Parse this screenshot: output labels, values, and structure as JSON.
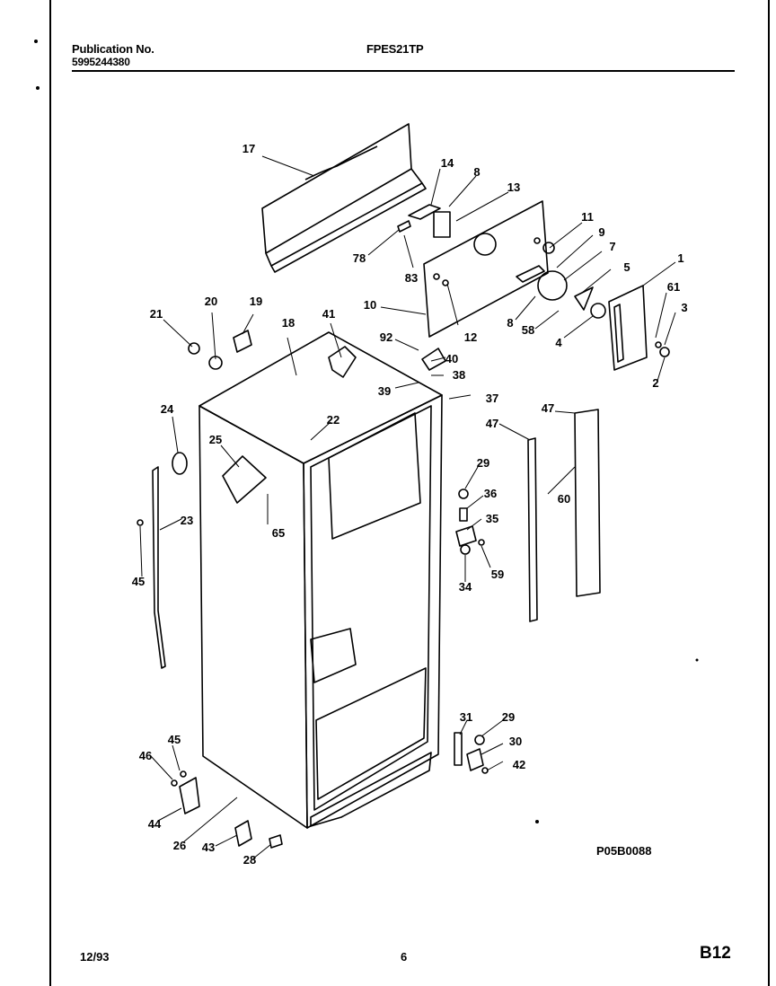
{
  "header": {
    "publication_label": "Publication No.",
    "publication_number": "5995244380",
    "model": "FPES21TP"
  },
  "footer": {
    "date": "12/93",
    "page": "6",
    "section": "B12"
  },
  "reference_code": "P05B0088",
  "callouts": [
    "17",
    "14",
    "8",
    "13",
    "11",
    "9",
    "7",
    "78",
    "83",
    "5",
    "1",
    "61",
    "3",
    "21",
    "20",
    "19",
    "10",
    "18",
    "41",
    "12",
    "8",
    "58",
    "4",
    "2",
    "92",
    "40",
    "38",
    "39",
    "37",
    "24",
    "22",
    "47",
    "47",
    "25",
    "29",
    "36",
    "35",
    "23",
    "65",
    "60",
    "59",
    "34",
    "45",
    "29",
    "31",
    "30",
    "45",
    "42",
    "46",
    "44",
    "26",
    "43",
    "28"
  ]
}
